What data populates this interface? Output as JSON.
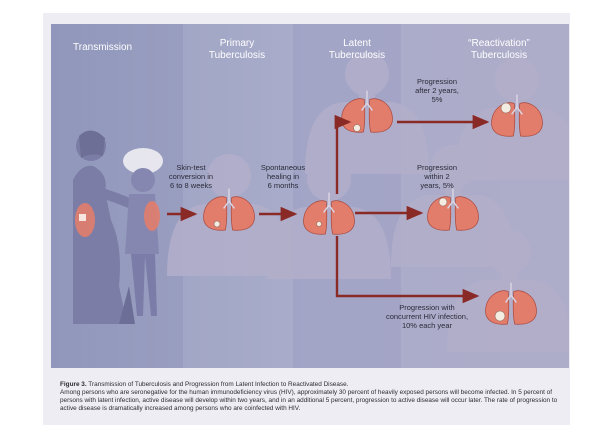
{
  "stages": [
    "Transmission",
    "Primary",
    "Tuberculosis",
    "Latent",
    "Tuberculosis",
    "“Reactivation”",
    "Tuberculosis"
  ],
  "notes": {
    "skin_test": [
      "Skin-test",
      "conversion in",
      "6 to 8 weeks"
    ],
    "healing": [
      "Spontaneous",
      "healing in",
      "6 months"
    ],
    "after2": [
      "Progression",
      "after 2 years,",
      "5%"
    ],
    "within2": [
      "Progression",
      "within 2",
      "years, 5%"
    ],
    "hiv": [
      "Progression with",
      "concurrent HIV infection,",
      "10% each year"
    ]
  },
  "caption": {
    "title_bold": "Figure 3.",
    "title_rest": " Transmission of Tuberculosis and Progression from Latent Infection to Reactivated Disease.",
    "body": "Among persons who are seronegative for the human immunodeficiency virus (HIV), approximately 30 percent of heavily exposed persons will become infected. In 5 percent of persons with latent infection, active disease will develop within two years, and in an additional 5 percent, progression to active disease will occur later. The rate of progression to active disease is dramatically increased among persons who are coinfected with HIV."
  },
  "colors": {
    "background": "#9a9ec0",
    "silhouette": "#b3afcb",
    "lung": "#e27d6c",
    "arrow": "#8a2a26"
  }
}
